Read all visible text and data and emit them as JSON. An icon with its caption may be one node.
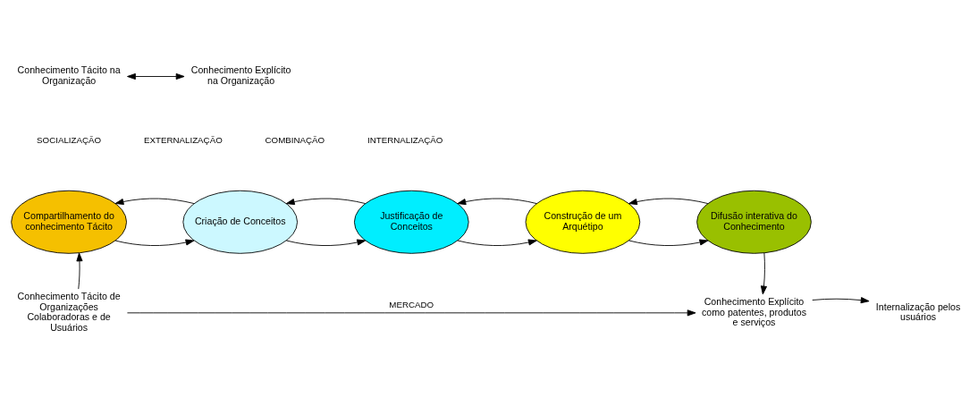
{
  "diagram": {
    "nodes": [
      {
        "text": [
          "Conhecimento Tácito na Organização"
        ]
      },
      {
        "text": [
          "Conhecimento Explícito na Organização"
        ]
      },
      {
        "text": [
          "Compartilhamento do conhecimento Tácito"
        ]
      },
      {
        "text": [
          "Criação de Conceitos"
        ]
      },
      {
        "text": [
          "Justificação de Conceitos"
        ]
      },
      {
        "text": [
          "Construção de um Arquétipo"
        ]
      },
      {
        "text": [
          "Difusão interativa do Conhecimento"
        ]
      },
      {
        "text": [
          "Conhecimento Tácito de Organizações Colaboradoras e de Usuários"
        ]
      },
      {
        "text": [
          "Internalização pelos usuários"
        ]
      },
      {
        "text": [
          "Conhecimento Explícito como patentes, produtos e serviços"
        ]
      }
    ],
    "edges": [
      {
        "from": 0,
        "to": 1,
        "arrow": "both"
      },
      {
        "from": 2,
        "to": 3,
        "arrow": "to"
      },
      {
        "from": 3,
        "to": 4,
        "arrow": "to"
      },
      {
        "from": 4,
        "to": 5,
        "arrow": "to"
      },
      {
        "from": 5,
        "to": 6,
        "arrow": "to"
      },
      {
        "from": 6,
        "to": 5,
        "arrow": "to"
      },
      {
        "from": 5,
        "to": 4,
        "arrow": "to"
      },
      {
        "from": 4,
        "to": 3,
        "arrow": "to"
      },
      {
        "from": 3,
        "to": 2,
        "arrow": "to"
      },
      {
        "from": 7,
        "to": 2,
        "arrow": "to"
      },
      {
        "from": 6,
        "to": 9,
        "arrow": "to"
      },
      {
        "from": 7,
        "to": 9,
        "arrow": "to",
        "label": "MERCADO"
      },
      {
        "from": 9,
        "to": 8,
        "arrow": "to"
      }
    ],
    "labels": [
      "SOCIALIZAÇÃO",
      "EXTERNALIZAÇÃO",
      "COMBINAÇÃO",
      "INTERNALIZAÇÃO"
    ]
  }
}
